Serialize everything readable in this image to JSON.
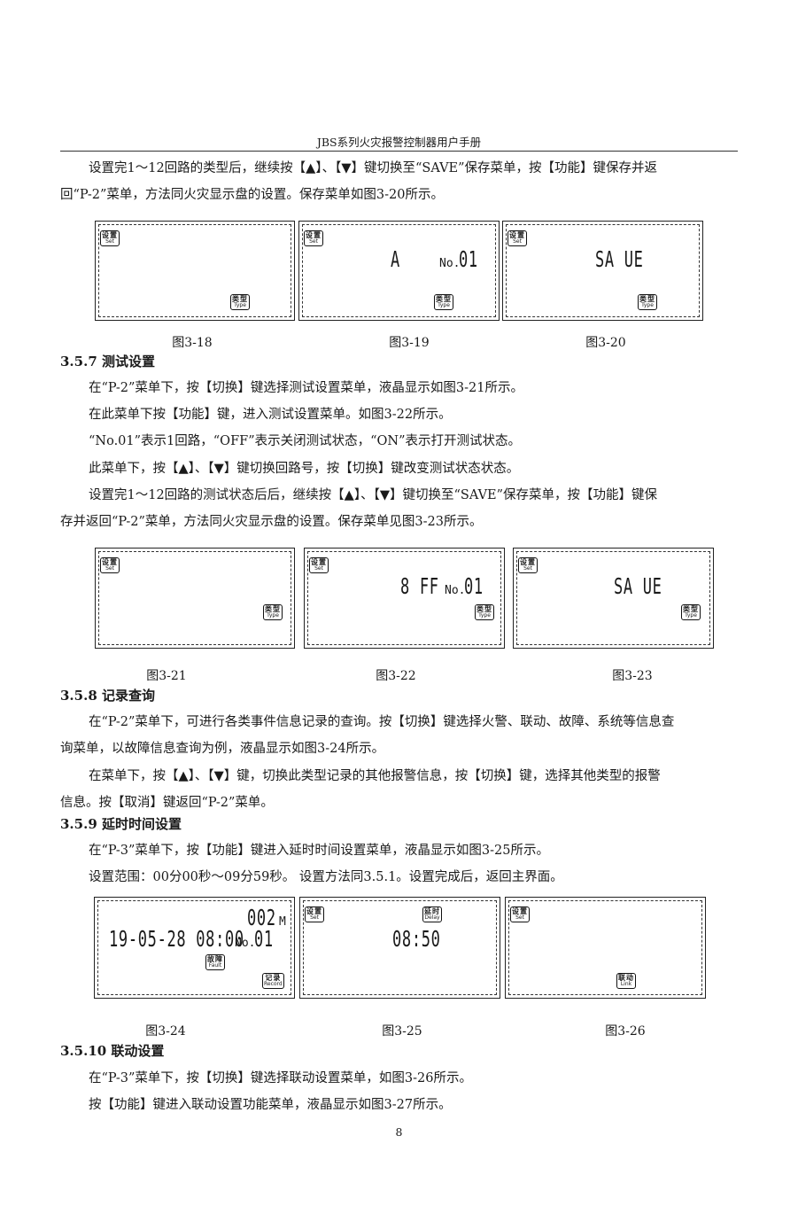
{
  "header": {
    "title": "JBS系列火灾报警控制器用户手册"
  },
  "paragraphs": {
    "p1a": "设置完1～12回路的类型后，继续按【▲】、【▼】键切换至“SAVE”保存菜单，按【功能】键保存并返",
    "p1b": "回“P-2”菜单，方法同火灾显示盘的设置。保存菜单如图3-20所示。",
    "p2": "在“P-2”菜单下，按【切换】键选择测试设置菜单，液晶显示如图3-21所示。",
    "p3": "在此菜单下按【功能】键，进入测试设置菜单。如图3-22所示。",
    "p4": "“No.01”表示1回路，“OFF”表示关闭测试状态，“ON”表示打开测试状态。",
    "p5": "此菜单下，按【▲】、【▼】键切换回路号，按【切换】键改变测试状态状态。",
    "p6a": "设置完1～12回路的测试状态后后，继续按【▲】、【▼】键切换至“SAVE”保存菜单，按【功能】键保",
    "p6b": "存并返回“P-2”菜单，方法同火灾显示盘的设置。保存菜单见图3-23所示。",
    "p7a": "在“P-2”菜单下，可进行各类事件信息记录的查询。按【切换】键选择火警、联动、故障、系统等信息查",
    "p7b": "询菜单，以故障信息查询为例，液晶显示如图3-24所示。",
    "p8a": "在菜单下，按【▲】、【▼】键，切换此类型记录的其他报警信息，按【切换】键，选择其他类型的报警",
    "p8b": "信息。按【取消】键返回“P-2”菜单。",
    "p9": "在“P-3”菜单下，按【功能】键进入延时时间设置菜单，液晶显示如图3-25所示。",
    "p10": "设置范围：00分00秒～09分59秒。 设置方法同3.5.1。设置完成后，返回主界面。",
    "p11": "在“P-3”菜单下，按【切换】键选择联动设置菜单，如图3-26所示。",
    "p12": "按【功能】键进入联动设置功能菜单，液晶显示如图3-27所示。"
  },
  "headings": {
    "h357": "3.5.7  测试设置",
    "h358": "3.5.8  记录查询",
    "h359": "3.5.9  延时时间设置",
    "h3510": "3.5.10  联动设置"
  },
  "captions": {
    "f18": "图3-18",
    "f19": "图3-19",
    "f20": "图3-20",
    "f21": "图3-21",
    "f22": "图3-22",
    "f23": "图3-23",
    "f24": "图3-24",
    "f25": "图3-25",
    "f26": "图3-26"
  },
  "lcd": {
    "set_cn": "设置",
    "set_en": "Set",
    "type_cn": "类型",
    "type_en": "Type",
    "delay_cn": "延时",
    "delay_en": "Delay",
    "fault_cn": "故障",
    "fault_en": "Fault",
    "record_cn": "记录",
    "record_en": "Record",
    "link_cn": "联动",
    "link_en": "Link",
    "no_label": "No.",
    "f19_main": "A",
    "f19_num": "01",
    "f20_main": "SA UE",
    "f22_main": "8 FF",
    "f22_num": "01",
    "f23_main": "SA UE",
    "f24_count": "002",
    "f24_unit": "M",
    "f24_datetime": "19-05-28 08:00",
    "f24_num": "01",
    "f25_main": "08:50"
  },
  "footer": {
    "page": "8"
  }
}
